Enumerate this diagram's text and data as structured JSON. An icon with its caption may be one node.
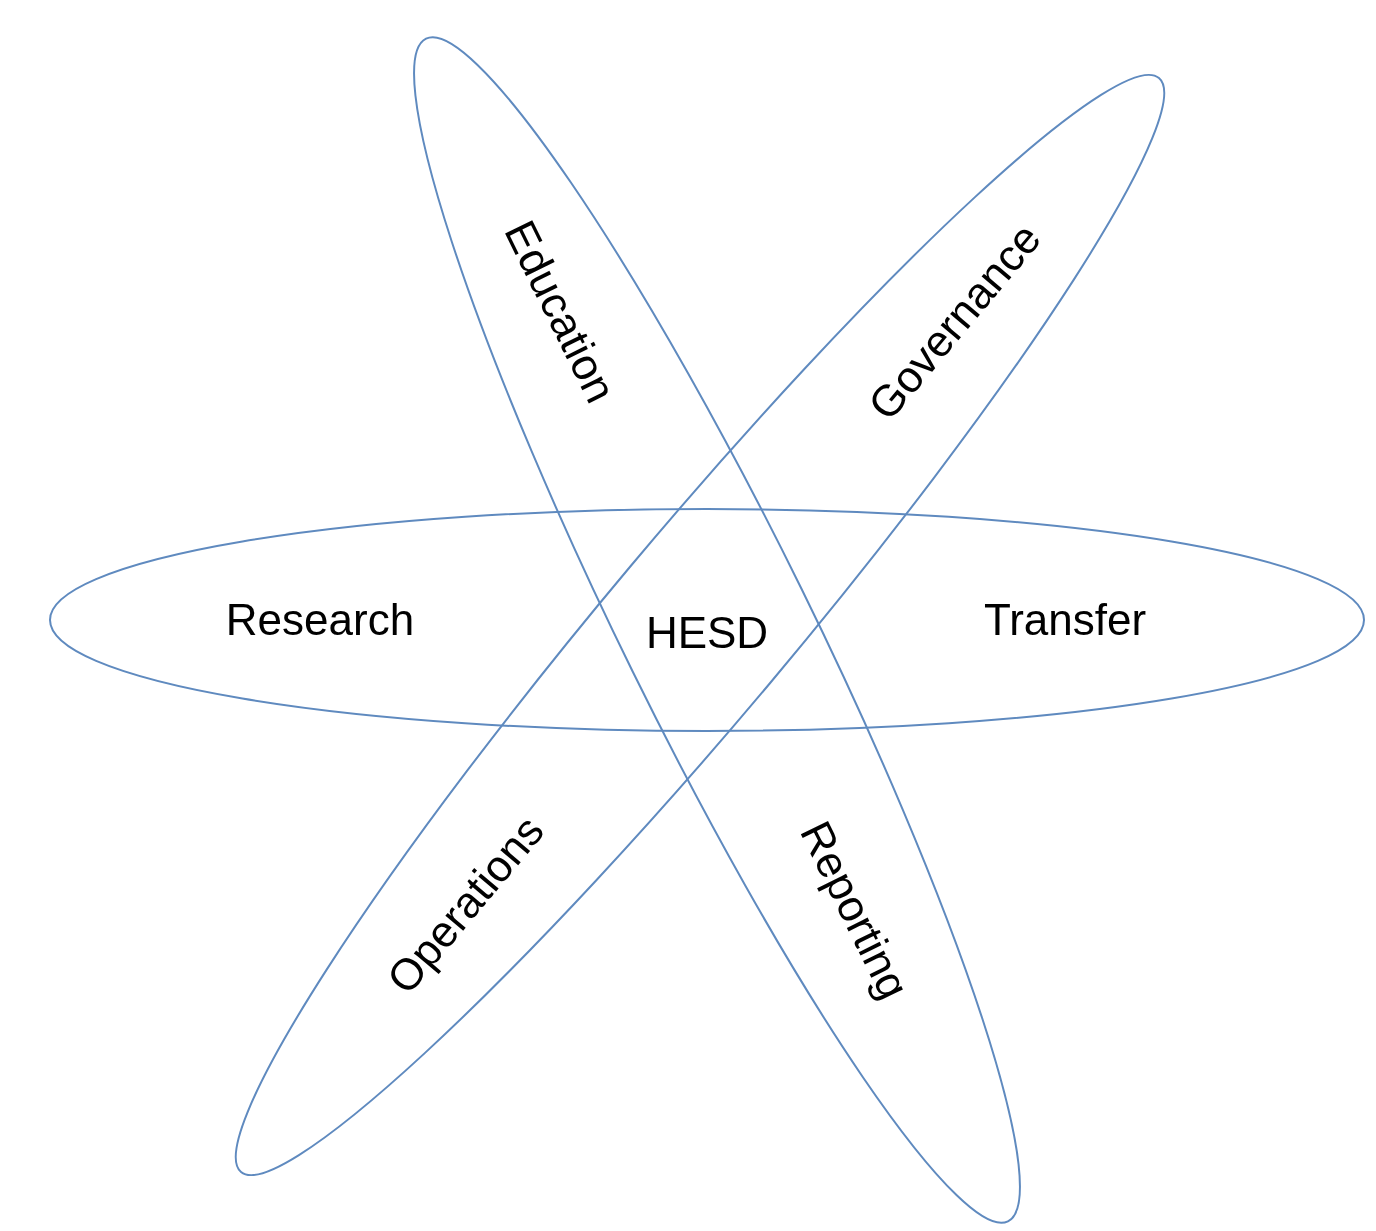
{
  "diagram": {
    "nodes": [
      {
        "text": [
          "Education",
          "Reporting"
        ]
      },
      {
        "text": [
          "Governance",
          "Operations"
        ]
      },
      {
        "text": [
          "Research",
          "Transfer"
        ]
      }
    ],
    "labels": [
      "HESD"
    ]
  }
}
